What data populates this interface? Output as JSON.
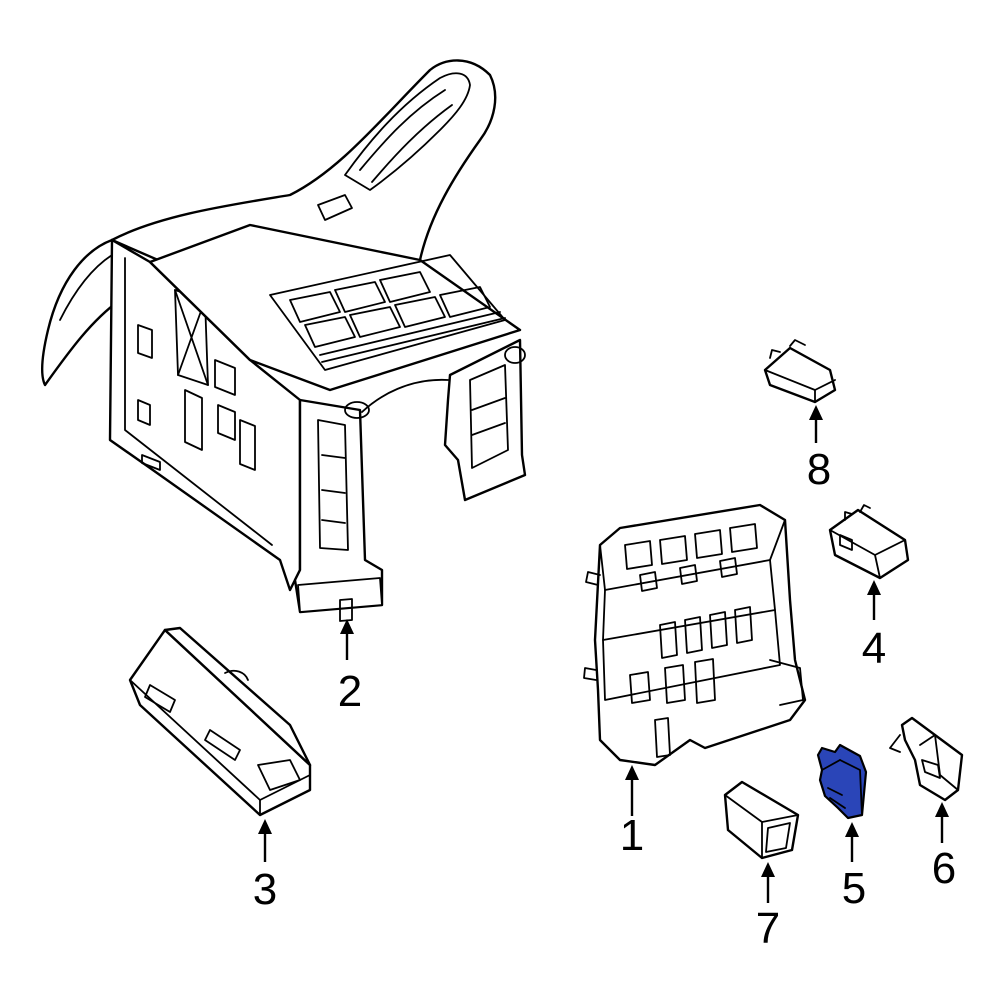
{
  "diagram": {
    "highlight_color": "#2a45b8",
    "highlighted_callout": "5",
    "callouts": [
      {
        "id": "1",
        "label": "1"
      },
      {
        "id": "2",
        "label": "2"
      },
      {
        "id": "3",
        "label": "3"
      },
      {
        "id": "4",
        "label": "4"
      },
      {
        "id": "5",
        "label": "5"
      },
      {
        "id": "6",
        "label": "6"
      },
      {
        "id": "7",
        "label": "7"
      },
      {
        "id": "8",
        "label": "8"
      }
    ]
  }
}
